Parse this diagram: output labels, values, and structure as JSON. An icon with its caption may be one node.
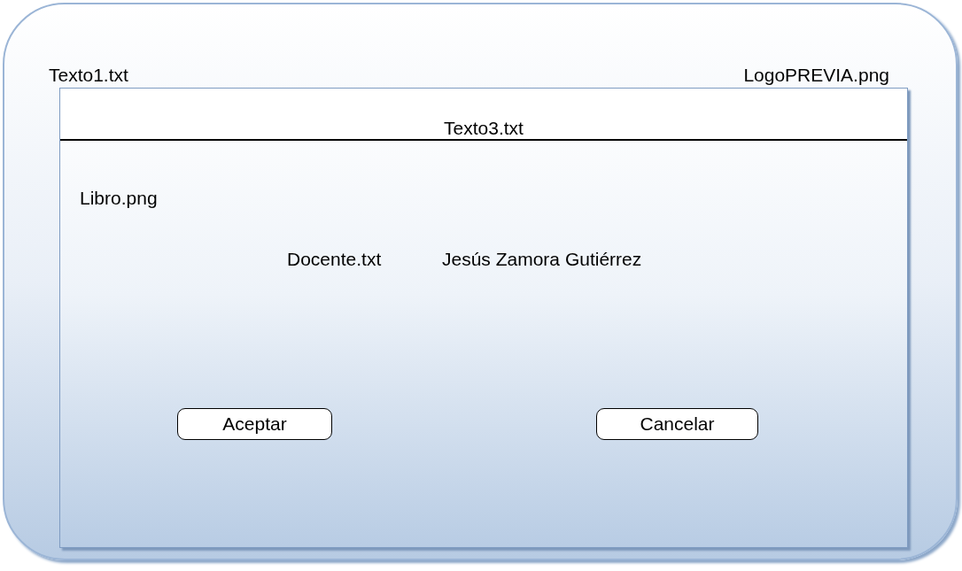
{
  "diagram": {
    "nodes": [
      {
        "text": [
          "Texto1.txt",
          "LogoPREVIA.png"
        ]
      },
      {
        "text": [
          "Texto3.txt"
        ],
        "in": 0
      },
      {
        "text": [
          "Aceptar"
        ],
        "in": 1
      },
      {
        "text": [
          "Cancelar"
        ],
        "in": 1
      }
    ],
    "labels": [
      "Libro.png",
      "Docente.txt",
      "Jesús Zamora Gutiérrez"
    ]
  }
}
